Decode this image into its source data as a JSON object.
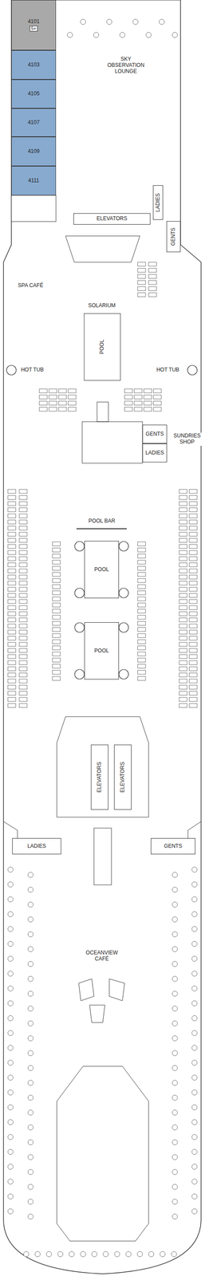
{
  "diagram": {
    "nodes": [
      {
        "text": [
          "4101",
          "5+"
        ]
      },
      {
        "text": [
          "4103"
        ]
      },
      {
        "text": [
          "4105"
        ]
      },
      {
        "text": [
          "4107"
        ]
      },
      {
        "text": [
          "4109"
        ]
      },
      {
        "text": [
          "4111"
        ]
      },
      {
        "text": [
          "LADIES"
        ]
      },
      {
        "text": [
          "ELEVATORS"
        ]
      },
      {
        "text": [
          "GENTS"
        ]
      },
      {
        "text": [
          "POOL"
        ]
      },
      {
        "text": [
          "GENTS"
        ]
      },
      {
        "text": [
          "LADIES"
        ]
      },
      {
        "text": [
          "POOL"
        ]
      },
      {
        "text": [
          "POOL"
        ]
      },
      {
        "text": [
          "ELEVATORS"
        ]
      },
      {
        "text": [
          "ELEVATORS"
        ]
      },
      {
        "text": [
          "LADIES"
        ]
      },
      {
        "text": [
          "GENTS"
        ]
      }
    ],
    "labels": [
      "SKY OBSERVATION LOUNGE",
      "SPA CAFÉ",
      "SOLARIUM",
      "HOT TUB",
      "HOT TUB",
      "SUNDRIES SHOP",
      "POOL BAR",
      "OCEANVIEW CAFÉ"
    ]
  }
}
